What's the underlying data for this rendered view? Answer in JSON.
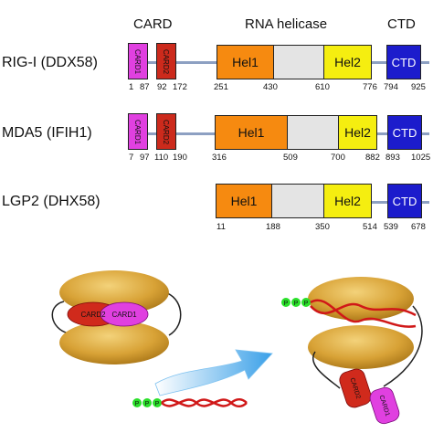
{
  "headers": {
    "card": "CARD",
    "helicase": "RNA helicase",
    "ctd": "CTD"
  },
  "proteins": [
    {
      "name": "RIG-I (DDX58)",
      "domains": {
        "card1": "CARD1",
        "card2": "CARD2",
        "hel1": "Hel1",
        "hel2": "Hel2",
        "ctd": "CTD"
      },
      "positions": [
        "1",
        "87",
        "92",
        "172",
        "251",
        "430",
        "610",
        "776",
        "794",
        "925"
      ]
    },
    {
      "name": "MDA5 (IFIH1)",
      "domains": {
        "card1": "CARD1",
        "card2": "CARD2",
        "hel1": "Hel1",
        "hel2": "Hel2",
        "ctd": "CTD"
      },
      "positions": [
        "7",
        "97",
        "110",
        "190",
        "316",
        "509",
        "700",
        "882",
        "893",
        "1025"
      ]
    },
    {
      "name": "LGP2 (DHX58)",
      "domains": {
        "hel1": "Hel1",
        "hel2": "Hel2",
        "ctd": "CTD"
      },
      "positions": [
        "11",
        "188",
        "350",
        "514",
        "539",
        "678"
      ]
    }
  ],
  "illustration": {
    "left_cards": [
      "CARD2",
      "CARD1"
    ],
    "right_cards": [
      "CARD2",
      "CARD1"
    ],
    "ppp": "P"
  },
  "colors": {
    "card1": "#e040e0",
    "card2": "#cc2a1c",
    "hel1": "#f68a10",
    "insert": "#e4e4e4",
    "hel2": "#f5ee10",
    "ctd": "#1c1ccc",
    "linker": "#8da0c2",
    "lobe": "#d8a236",
    "rna": "#d01818",
    "arrow": "#3aa0e8",
    "phosphate": "#2ae02a"
  }
}
